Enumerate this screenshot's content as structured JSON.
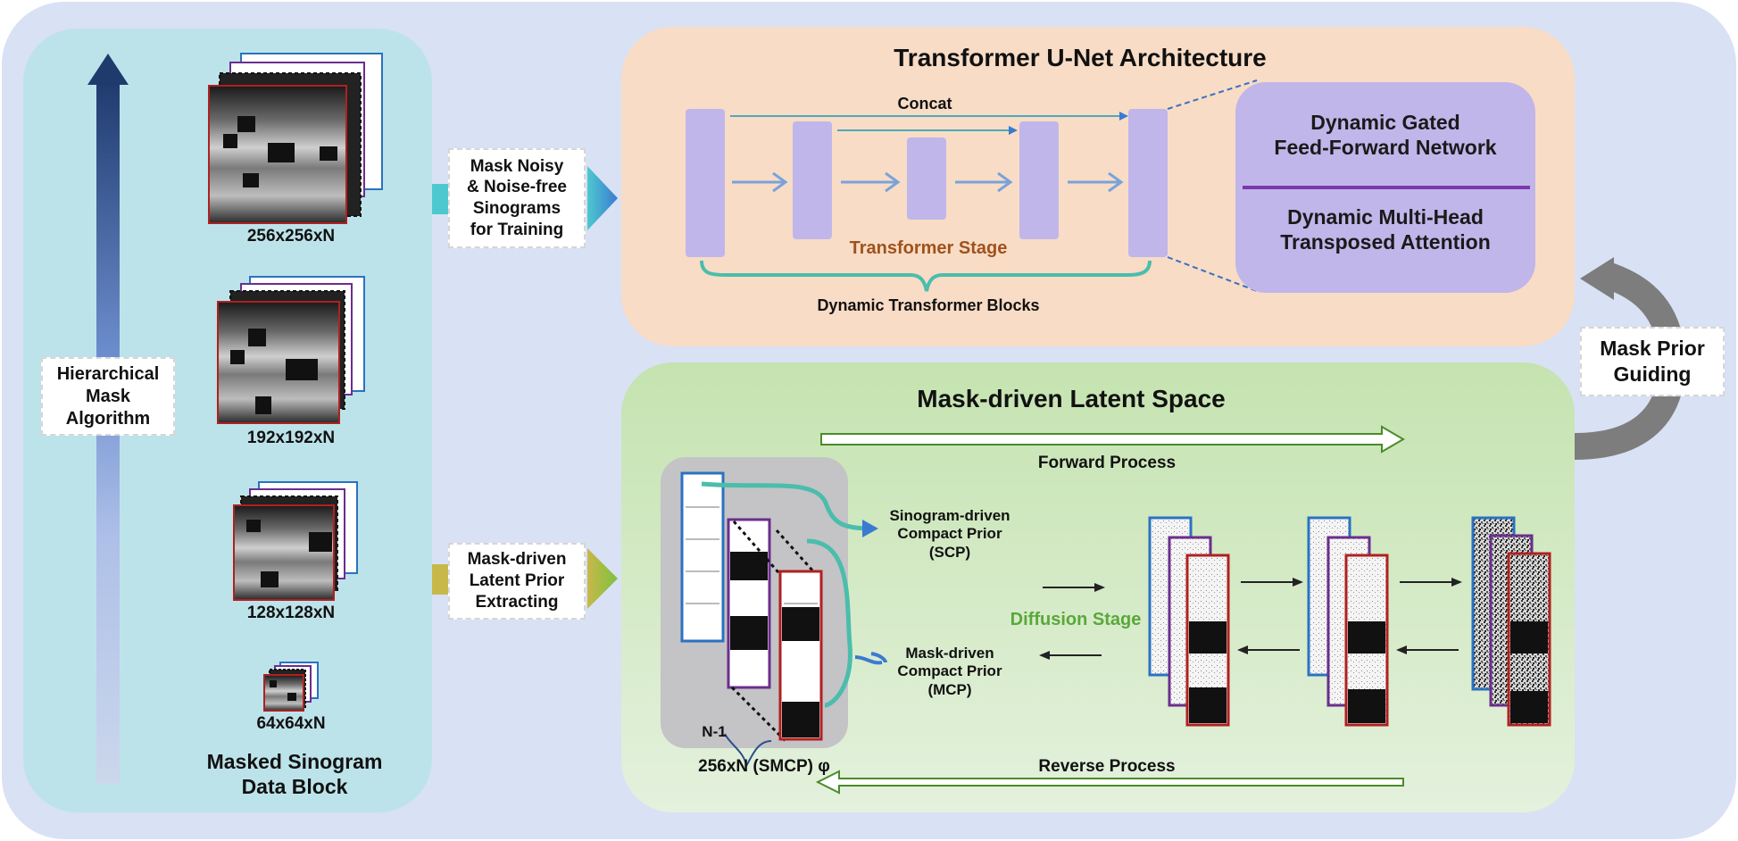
{
  "left_panel": {
    "algorithm_label": "Hierarchical\nMask\nAlgorithm",
    "sizes": [
      "256x256xN",
      "192x192xN",
      "128x128xN",
      "64x64xN"
    ],
    "title": "Masked Sinogram\nData Block"
  },
  "middle": {
    "training_label": "Mask Noisy\n& Noise-free\nSinograms\nfor Training",
    "extract_label": "Mask-driven\nLatent Prior\nExtracting"
  },
  "transformer": {
    "title": "Transformer U-Net Architecture",
    "concat": "Concat",
    "stage": "Transformer Stage",
    "blocks": "Dynamic Transformer Blocks",
    "ffn": "Dynamic Gated\nFeed-Forward Network",
    "attention": "Dynamic Multi-Head\nTransposed Attention"
  },
  "latent": {
    "title": "Mask-driven Latent Space",
    "forward": "Forward Process",
    "reverse": "Reverse Process",
    "scp": "Sinogram-driven\nCompact Prior\n(SCP)",
    "mcp": "Mask-driven\nCompact Prior\n(MCP)",
    "diffusion": "Diffusion Stage",
    "n_minus_1": "N-1",
    "smcp": "256xN (SMCP) φ"
  },
  "guide": {
    "label": "Mask Prior\nGuiding"
  },
  "colors": {
    "outer_bg": "#d9e1f4",
    "left_panel": "#bde3ea",
    "transformer_panel": "#f8dcc6",
    "latent_panel": "#d3ebc5",
    "lavender": "#c0b6ea",
    "accent_teal": "#4bbdac",
    "accent_green": "#3d8b2c",
    "accent_orange": "#a0521c",
    "frame_red": "#b02020",
    "frame_purple": "#6a2e8c",
    "frame_blue": "#2a72c0"
  }
}
